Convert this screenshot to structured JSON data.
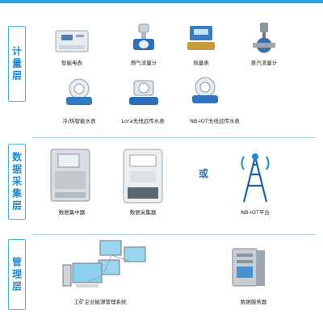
{
  "layers": {
    "metering": "计量层",
    "collection": "数据采集层",
    "management": "管理层"
  },
  "metering_devices": [
    {
      "label": "智能电表",
      "icon": "smart-meter-icon"
    },
    {
      "label": "燃气流量计",
      "icon": "gas-flowmeter-icon"
    },
    {
      "label": "热量表",
      "icon": "heat-meter-icon"
    },
    {
      "label": "蒸汽流量计",
      "icon": "steam-flowmeter-icon"
    },
    {
      "label": "冷/热智能水表",
      "icon": "water-meter-icon"
    },
    {
      "label": "Lora无线远传水表",
      "icon": "lora-water-meter-icon"
    },
    {
      "label": "NB-IOT无线远传水表",
      "icon": "nbiot-water-meter-icon"
    }
  ],
  "collection_devices": [
    {
      "label": "数据集中器",
      "icon": "data-concentrator-icon"
    },
    {
      "label": "数据采集器",
      "icon": "data-collector-icon"
    },
    {
      "label": "NB-IOT平台",
      "icon": "signal-tower-icon"
    }
  ],
  "or_label": "或",
  "management_items": [
    {
      "label": "工矿企业能源管理系统",
      "icon": "computer-network-icon"
    },
    {
      "label": "数据服务器",
      "icon": "server-icon"
    }
  ],
  "colors": {
    "accent": "#1e88d0",
    "border": "#4db3e3",
    "divider": "#a9d6ef"
  }
}
